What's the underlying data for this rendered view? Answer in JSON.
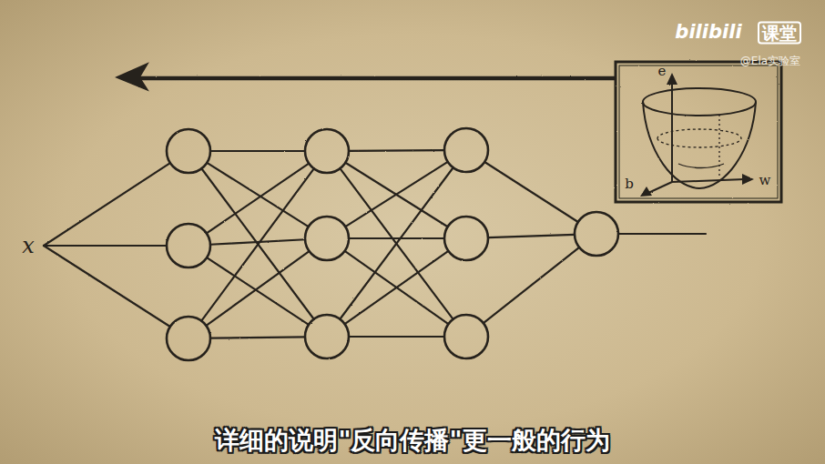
{
  "diagram": {
    "caption": "详细的说明\"反向传播\"更一般的行为",
    "labels": [
      "x",
      "e",
      "b",
      "w",
      "bilibili",
      "课堂",
      "@Ela实验室"
    ]
  }
}
